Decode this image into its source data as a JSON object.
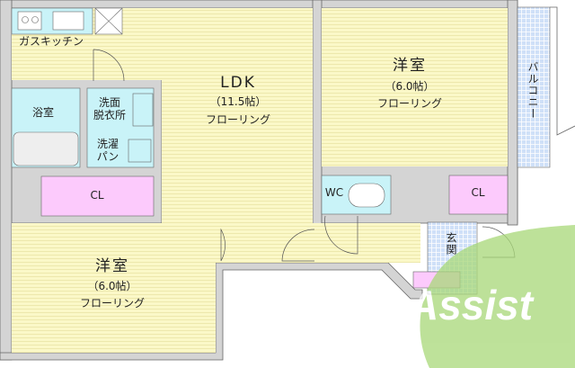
{
  "rooms": {
    "kitchen": {
      "label": "ガスキッチン"
    },
    "ldk": {
      "name": "LDK",
      "size": "（11.5帖）",
      "floor": "フローリング"
    },
    "western_room_1": {
      "name": "洋室",
      "size": "（6.0帖）",
      "floor": "フローリング"
    },
    "western_room_2": {
      "name": "洋室",
      "size": "（6.0帖）",
      "floor": "フローリング"
    },
    "balcony": {
      "label": "バルコニー"
    },
    "bath": {
      "label": "浴室"
    },
    "washroom": {
      "label": "洗面\n脱衣所"
    },
    "laundry": {
      "label": "洗濯\nパン"
    },
    "closet_1": {
      "label": "CL"
    },
    "closet_2": {
      "label": "CL"
    },
    "wc": {
      "label": "WC"
    },
    "entrance": {
      "label": "玄関"
    }
  },
  "logo": {
    "text": "Assist"
  },
  "colors": {
    "wall": "#d4d4d4",
    "flooring": "#fbf8c8",
    "wet_area": "#c9f3f8",
    "closet": "#fccafc",
    "tile": "#cfe0f8",
    "logo": "#a8d878"
  }
}
